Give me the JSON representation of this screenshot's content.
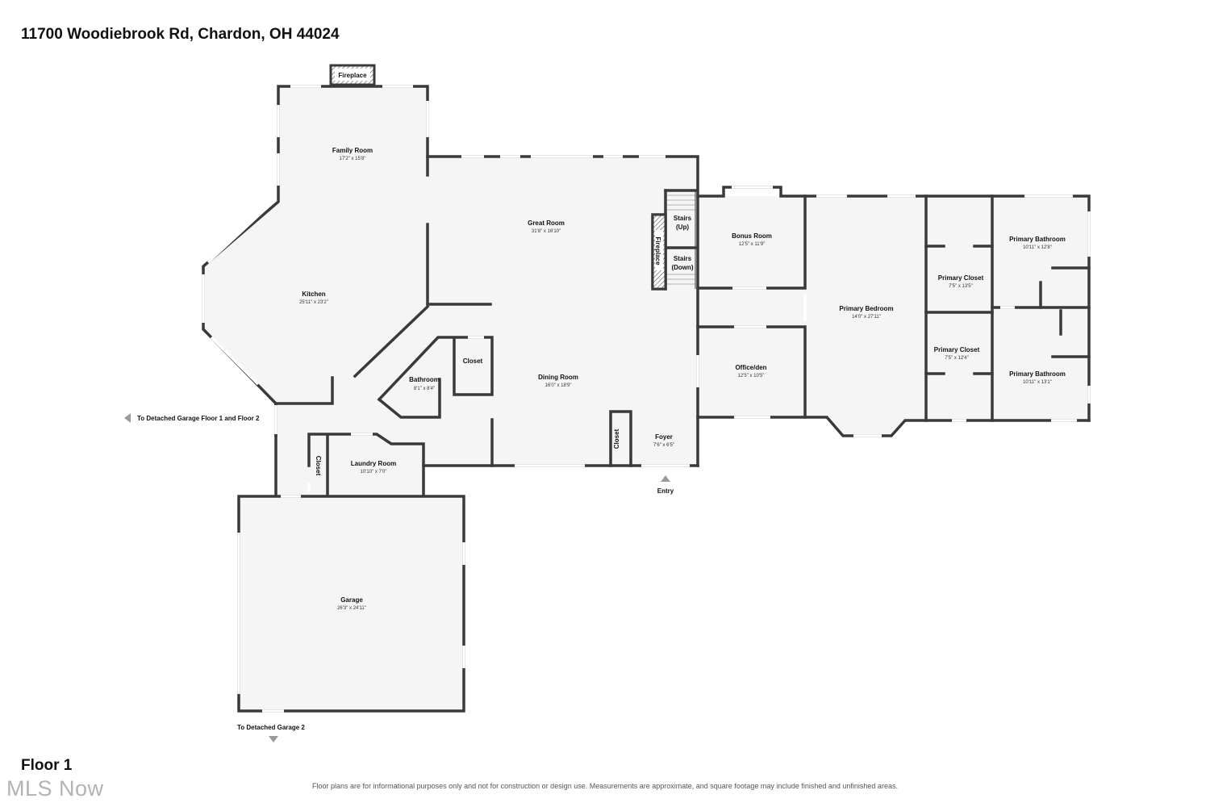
{
  "address": "11700 Woodiebrook Rd, Chardon, OH 44024",
  "floor": "Floor 1",
  "logo": "MLS Now",
  "disclaimer": "Floor plans are for informational purposes only and not for construction or design use. Measurements are approximate, and square footage may include finished and unfinished areas.",
  "rooms": {
    "family_room": {
      "name": "Family Room",
      "dims": "17'2\" x 15'8\""
    },
    "great_room": {
      "name": "Great Room",
      "dims": "31'8\" x 16'10\""
    },
    "kitchen": {
      "name": "Kitchen",
      "dims": "25'11\" x 23'2\""
    },
    "dining_room": {
      "name": "Dining Room",
      "dims": "16'0\" x 18'9\""
    },
    "bathroom": {
      "name": "Bathroom",
      "dims": "8'1\" x 8'4\""
    },
    "closet_center": {
      "name": "Closet"
    },
    "bonus_room": {
      "name": "Bonus Room",
      "dims": "12'5\" x 11'9\""
    },
    "office_den": {
      "name": "Office/den",
      "dims": "12'5\" x 10'5\""
    },
    "primary_bedroom": {
      "name": "Primary Bedroom",
      "dims": "14'0\" x 27'11\""
    },
    "primary_closet_1": {
      "name": "Primary Closet",
      "dims": "7'5\" x 13'5\""
    },
    "primary_closet_2": {
      "name": "Primary Closet",
      "dims": "7'5\" x 12'4\""
    },
    "primary_bathroom_1": {
      "name": "Primary Bathroom",
      "dims": "10'11\" x 12'8\""
    },
    "primary_bathroom_2": {
      "name": "Primary Bathroom",
      "dims": "10'11\" x 13'1\""
    },
    "laundry_room": {
      "name": "Laundry Room",
      "dims": "10'10\" x 7'0\""
    },
    "foyer": {
      "name": "Foyer",
      "dims": "7'6\" x 6'5\""
    },
    "garage": {
      "name": "Garage",
      "dims": "26'3\" x 24'11\""
    },
    "closet_foyer": {
      "name": "Closet"
    },
    "closet_laundry": {
      "name": "Closet"
    }
  },
  "features": {
    "fireplace_top": "Fireplace",
    "fireplace_side": "Fireplace",
    "stairs_up_1": "Stairs",
    "stairs_up_2": "(Up)",
    "stairs_down_1": "Stairs",
    "stairs_down_2": "(Down)"
  },
  "labels": {
    "entry": "Entry",
    "to_detached_garage_floors": "To Detached Garage Floor 1 and Floor 2",
    "to_detached_garage_2": "To Detached Garage 2"
  },
  "colors": {
    "floor": "#f5f5f5",
    "wall": "#3a3a3a"
  }
}
